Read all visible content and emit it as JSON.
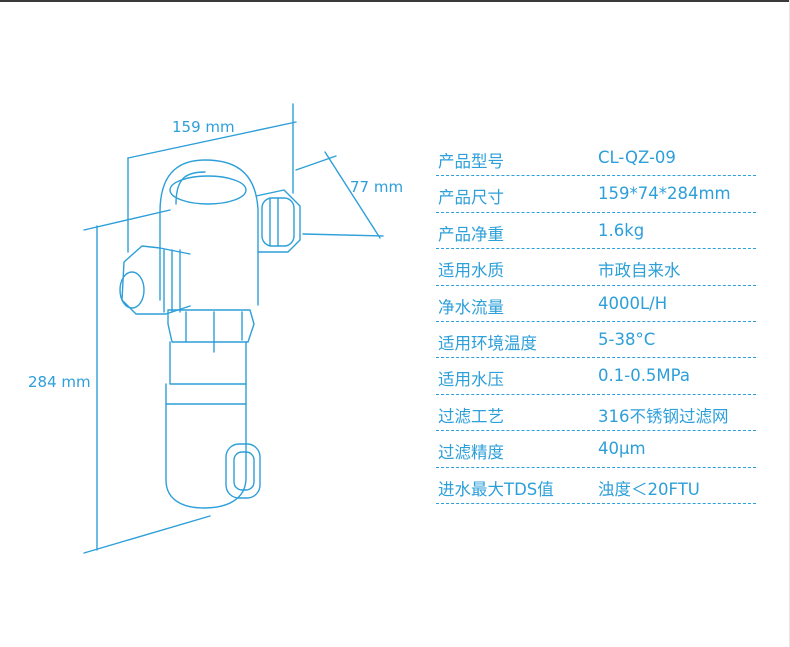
{
  "dimensions": {
    "width": "159 mm",
    "depth": "77 mm",
    "height": "284 mm"
  },
  "colors": {
    "accent": "#2d9fd9"
  },
  "specs": [
    {
      "label": "产品型号",
      "value": "CL-QZ-09"
    },
    {
      "label": "产品尺寸",
      "value": "159*74*284mm"
    },
    {
      "label": "产品净重",
      "value": "1.6kg"
    },
    {
      "label": "适用水质",
      "value": "市政自来水"
    },
    {
      "label": "净水流量",
      "value": "4000L/H"
    },
    {
      "label": "适用环境温度",
      "value": "5-38°C"
    },
    {
      "label": "适用水压",
      "value": "0.1-0.5MPa"
    },
    {
      "label": "过滤工艺",
      "value": "316不锈钢过滤网"
    },
    {
      "label": "过滤精度",
      "value": "40μm"
    },
    {
      "label": "进水最大TDS值",
      "value": "浊度＜20FTU"
    }
  ]
}
